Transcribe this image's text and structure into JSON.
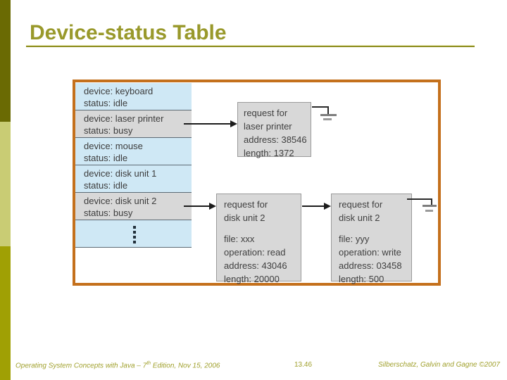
{
  "title": "Device-status Table",
  "colors": {
    "accent_olive": "#99992b",
    "sidebar_dark": "#6a6a03",
    "sidebar_light": "#c9cc74",
    "sidebar_medium": "#a0a004",
    "diagram_border_orange": "#c4701c",
    "row_idle_blue": "#cfe8f5",
    "row_busy_gray": "#d8d8d8"
  },
  "diagram": {
    "table": {
      "rows": [
        {
          "device": "device: keyboard",
          "status": "status: idle",
          "state": "idle"
        },
        {
          "device": "device: laser printer",
          "status": "status: busy",
          "state": "busy"
        },
        {
          "device": "device: mouse",
          "status": "status: idle",
          "state": "idle"
        },
        {
          "device": "device: disk unit 1",
          "status": "status: idle",
          "state": "idle"
        },
        {
          "device": "device: disk unit 2",
          "status": "status: busy",
          "state": "busy"
        }
      ],
      "more_indicator": "vertical-ellipsis"
    },
    "boxes": [
      {
        "title_lines": {
          "l1": "request for",
          "l2": "laser printer"
        },
        "detail_lines": {
          "d1": "address: 38546",
          "d2": "length: 1372"
        }
      },
      {
        "title_lines": {
          "l1": "request for",
          "l2": "disk unit 2"
        },
        "detail_lines": {
          "d1": "file: xxx",
          "d2": "operation: read",
          "d3": "address: 43046",
          "d4": "length: 20000"
        }
      },
      {
        "title_lines": {
          "l1": "request for",
          "l2": "disk unit 2"
        },
        "detail_lines": {
          "d1": "file: yyy",
          "d2": "operation: write",
          "d3": "address: 03458",
          "d4": "length: 500"
        }
      }
    ]
  },
  "footer": {
    "left_prefix": "Operating System Concepts with Java – 7",
    "left_sup": "th",
    "left_suffix": " Edition, Nov 15, 2006",
    "page_number": "13.46",
    "right": "Silberschatz, Galvin and Gagne ©2007"
  }
}
